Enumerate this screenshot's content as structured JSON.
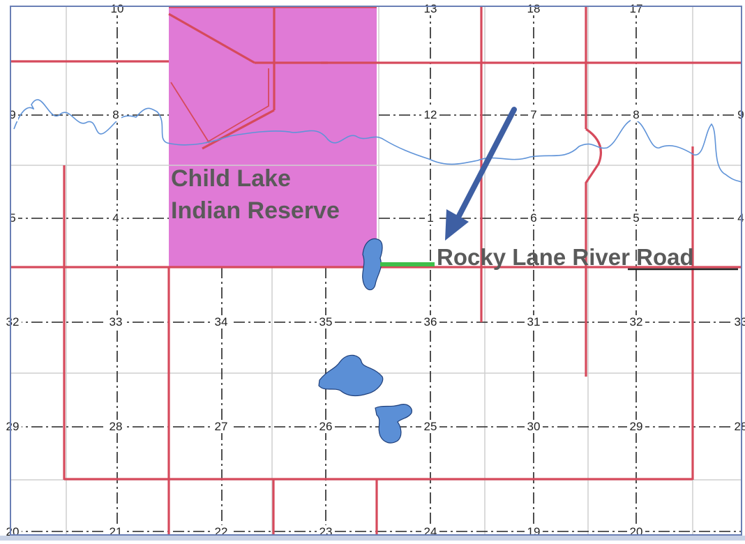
{
  "labels": {
    "reserve_line1": "Child Lake",
    "reserve_line2": "Indian Reserve",
    "road": "Rocky Lane River Road"
  },
  "sections": [
    {
      "id": "s10",
      "text": "10"
    },
    {
      "id": "s13",
      "text": "13"
    },
    {
      "id": "s18",
      "text": "18"
    },
    {
      "id": "s17",
      "text": "17"
    },
    {
      "id": "s9l",
      "text": "9"
    },
    {
      "id": "s8l",
      "text": "8"
    },
    {
      "id": "s12",
      "text": "12"
    },
    {
      "id": "s7",
      "text": "7"
    },
    {
      "id": "s8r",
      "text": "8"
    },
    {
      "id": "s9r",
      "text": "9"
    },
    {
      "id": "s5l",
      "text": "5"
    },
    {
      "id": "s4l",
      "text": "4"
    },
    {
      "id": "s1",
      "text": "1"
    },
    {
      "id": "s6",
      "text": "6"
    },
    {
      "id": "s5r",
      "text": "5"
    },
    {
      "id": "s4r",
      "text": "4"
    },
    {
      "id": "s32l",
      "text": "32"
    },
    {
      "id": "s33",
      "text": "33"
    },
    {
      "id": "s34",
      "text": "34"
    },
    {
      "id": "s35",
      "text": "35"
    },
    {
      "id": "s36",
      "text": "36"
    },
    {
      "id": "s31",
      "text": "31"
    },
    {
      "id": "s32r",
      "text": "32"
    },
    {
      "id": "s33r",
      "text": "33"
    },
    {
      "id": "s29l",
      "text": "29"
    },
    {
      "id": "s28",
      "text": "28"
    },
    {
      "id": "s27",
      "text": "27"
    },
    {
      "id": "s26",
      "text": "26"
    },
    {
      "id": "s25",
      "text": "25"
    },
    {
      "id": "s30",
      "text": "30"
    },
    {
      "id": "s29r",
      "text": "29"
    },
    {
      "id": "s28r",
      "text": "28"
    },
    {
      "id": "s20",
      "text": "20"
    },
    {
      "id": "s21",
      "text": "21"
    },
    {
      "id": "s22",
      "text": "22"
    },
    {
      "id": "s23",
      "text": "23"
    },
    {
      "id": "s24",
      "text": "24"
    },
    {
      "id": "s19",
      "text": "19"
    },
    {
      "id": "s20r",
      "text": "20"
    }
  ],
  "colors": {
    "reserve_fill": "#e07ad6",
    "road_red": "#d64a5c",
    "grid_gray": "#c8c8c8",
    "section_line": "#222222",
    "river_blue": "#5f93d8",
    "lake_fill": "#5b8fd6",
    "arrow_blue": "#3e5fa3",
    "highlight_green": "#3fbf4a",
    "label_gray": "#5a5a5a"
  }
}
